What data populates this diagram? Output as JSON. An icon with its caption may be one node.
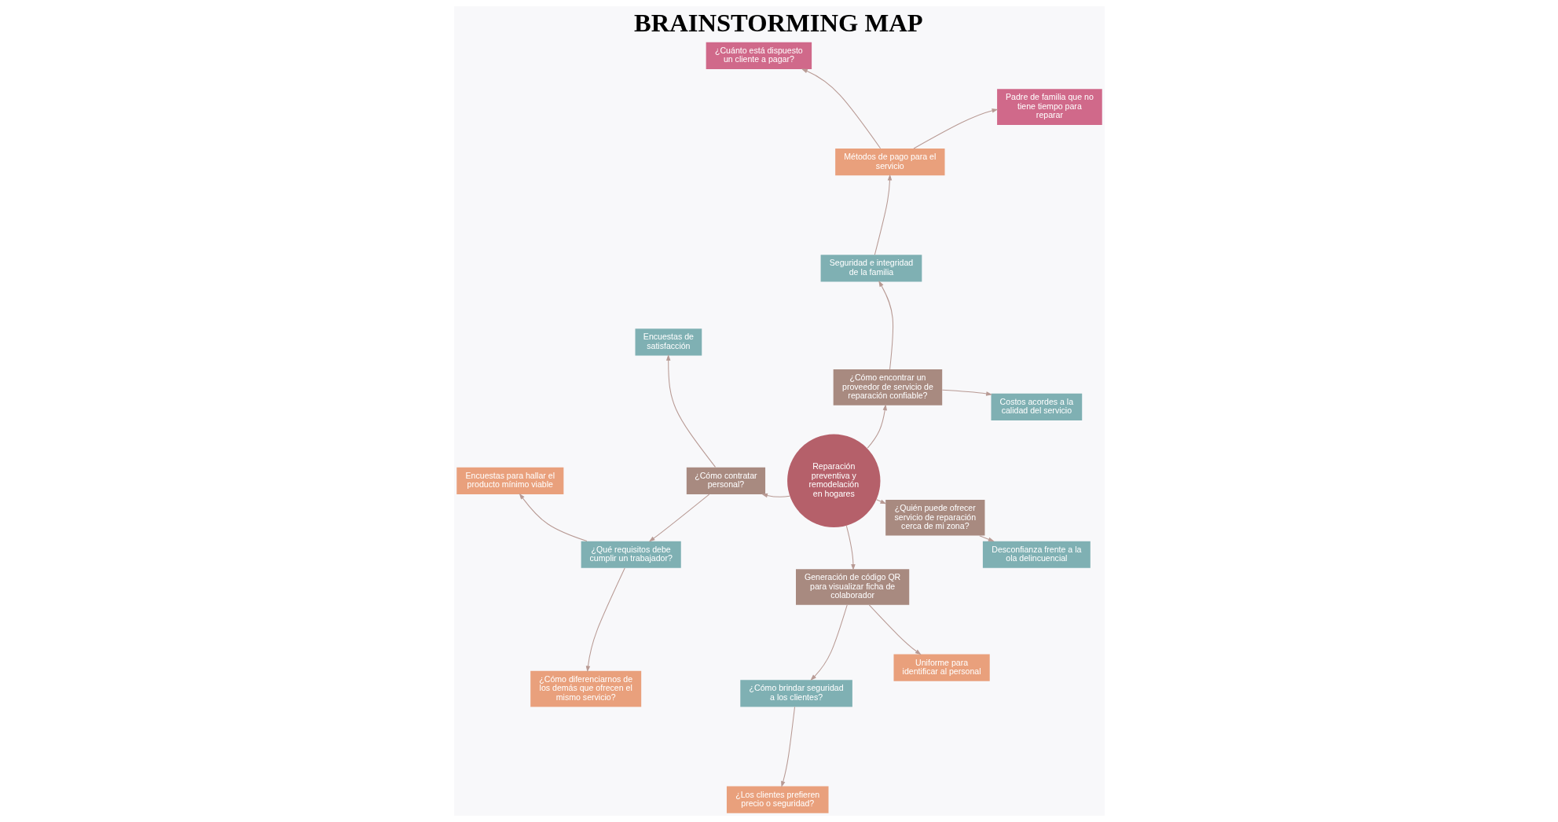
{
  "diagram": {
    "title": "BRAINSTORMING MAP",
    "nodes": [
      {
        "text": [
          "Costos acordes a la calidad del servicio"
        ]
      },
      {
        "text": [
          "Encuestas de satisfacción"
        ]
      },
      {
        "text": [
          "¿Cómo encontrar un proveedor de servicio de reparación confiable?"
        ]
      },
      {
        "text": [
          "¿Cómo contratar personal?"
        ]
      },
      {
        "text": [
          "Encuestas para hallar el producto mínimo viable"
        ]
      },
      {
        "text": [
          "Seguridad e integridad de la familia"
        ]
      },
      {
        "text": [
          "Padre de familia que no tiene tiempo para reparar"
        ]
      },
      {
        "text": [
          "¿Qué requisitos debe cumplir un trabajador?"
        ]
      },
      {
        "text": [
          "Métodos de pago para el servicio"
        ]
      },
      {
        "text": [
          "Reparación preventiva y remodelación en hogares"
        ]
      },
      {
        "text": [
          "¿Cómo diferenciarnos de los demás que ofrecen el mismo servicio?"
        ]
      },
      {
        "text": [
          "¿Cuánto está dispuesto un cliente a pagar?"
        ]
      },
      {
        "text": [
          "¿Cómo brindar seguridad a los clientes?"
        ]
      },
      {
        "text": [
          "Desconfianza frente a la ola delincuencial"
        ]
      },
      {
        "text": [
          "¿Los clientes prefieren precio o seguridad?"
        ]
      },
      {
        "text": [
          "Generación de código QR para visualizar ficha de colaborador"
        ]
      },
      {
        "text": [
          "¿Quién puede ofrecer servicio de reparación cerca de mi zona?"
        ]
      },
      {
        "text": [
          "Uniforme para identificar al personal"
        ]
      }
    ],
    "edges": [
      {
        "from": 9,
        "to": 2,
        "arrow": "to"
      },
      {
        "from": 2,
        "to": 0,
        "arrow": "to"
      },
      {
        "from": 2,
        "to": 5,
        "arrow": "to"
      },
      {
        "from": 5,
        "to": 8,
        "arrow": "to"
      },
      {
        "from": 8,
        "to": 6,
        "arrow": "to"
      },
      {
        "from": 8,
        "to": 11,
        "arrow": "to"
      },
      {
        "from": 9,
        "to": 16,
        "arrow": "to"
      },
      {
        "from": 16,
        "to": 13,
        "arrow": "to"
      },
      {
        "from": 9,
        "to": 3,
        "arrow": "to"
      },
      {
        "from": 3,
        "to": 1,
        "arrow": "to"
      },
      {
        "from": 3,
        "to": 7,
        "arrow": "to"
      },
      {
        "from": 7,
        "to": 4,
        "arrow": "to"
      },
      {
        "from": 7,
        "to": 10,
        "arrow": "to"
      },
      {
        "from": 9,
        "to": 15,
        "arrow": "to"
      },
      {
        "from": 15,
        "to": 12,
        "arrow": "to"
      },
      {
        "from": 12,
        "to": 14,
        "arrow": "to"
      },
      {
        "from": 15,
        "to": 17,
        "arrow": "to"
      }
    ]
  }
}
